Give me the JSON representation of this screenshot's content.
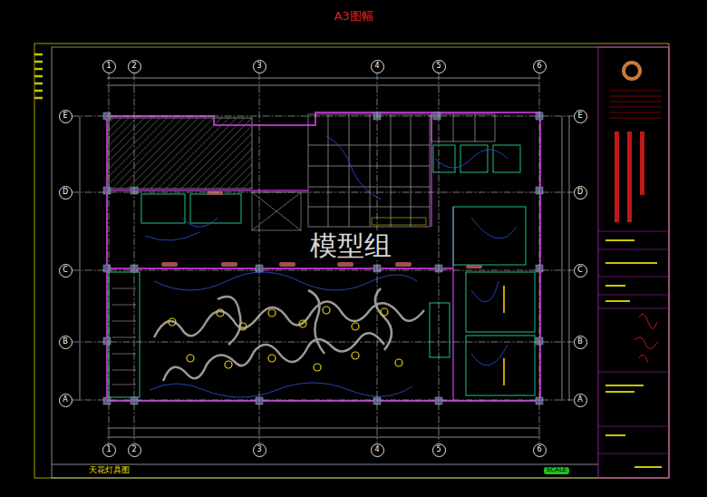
{
  "diagram": {
    "nodes": [
      {
        "text": [
          "1"
        ]
      },
      {
        "text": [
          "2"
        ]
      },
      {
        "text": [
          "3"
        ]
      },
      {
        "text": [
          "4"
        ]
      },
      {
        "text": [
          "5"
        ]
      },
      {
        "text": [
          "6"
        ]
      },
      {
        "text": [
          "E"
        ]
      },
      {
        "text": [
          "D"
        ]
      },
      {
        "text": [
          "C"
        ]
      },
      {
        "text": [
          "B"
        ]
      },
      {
        "text": [
          "A"
        ]
      },
      {
        "text": [
          "E"
        ]
      },
      {
        "text": [
          "D"
        ]
      },
      {
        "text": [
          "C"
        ]
      },
      {
        "text": [
          "B"
        ]
      },
      {
        "text": [
          "A"
        ]
      },
      {
        "text": [
          "1"
        ]
      },
      {
        "text": [
          "2"
        ]
      },
      {
        "text": [
          "3"
        ]
      },
      {
        "text": [
          "4"
        ]
      },
      {
        "text": [
          "5"
        ]
      },
      {
        "text": [
          "6"
        ]
      }
    ],
    "edges": [
      {
        "from": 0,
        "to": 16,
        "arrow": "none"
      },
      {
        "from": 1,
        "to": 17,
        "arrow": "none"
      },
      {
        "from": 2,
        "to": 18,
        "arrow": "none"
      },
      {
        "from": 3,
        "to": 19,
        "arrow": "none"
      },
      {
        "from": 4,
        "to": 20,
        "arrow": "none"
      },
      {
        "from": 5,
        "to": 21,
        "arrow": "none"
      },
      {
        "from": 6,
        "to": 11,
        "arrow": "none"
      },
      {
        "from": 7,
        "to": 12,
        "arrow": "none"
      },
      {
        "from": 8,
        "to": 13,
        "arrow": "none"
      },
      {
        "from": 9,
        "to": 14,
        "arrow": "none"
      },
      {
        "from": 10,
        "to": 15,
        "arrow": "none"
      }
    ],
    "labels": [
      "A3图幅",
      "模型组",
      "天花灯具图",
      "SCALE"
    ]
  }
}
